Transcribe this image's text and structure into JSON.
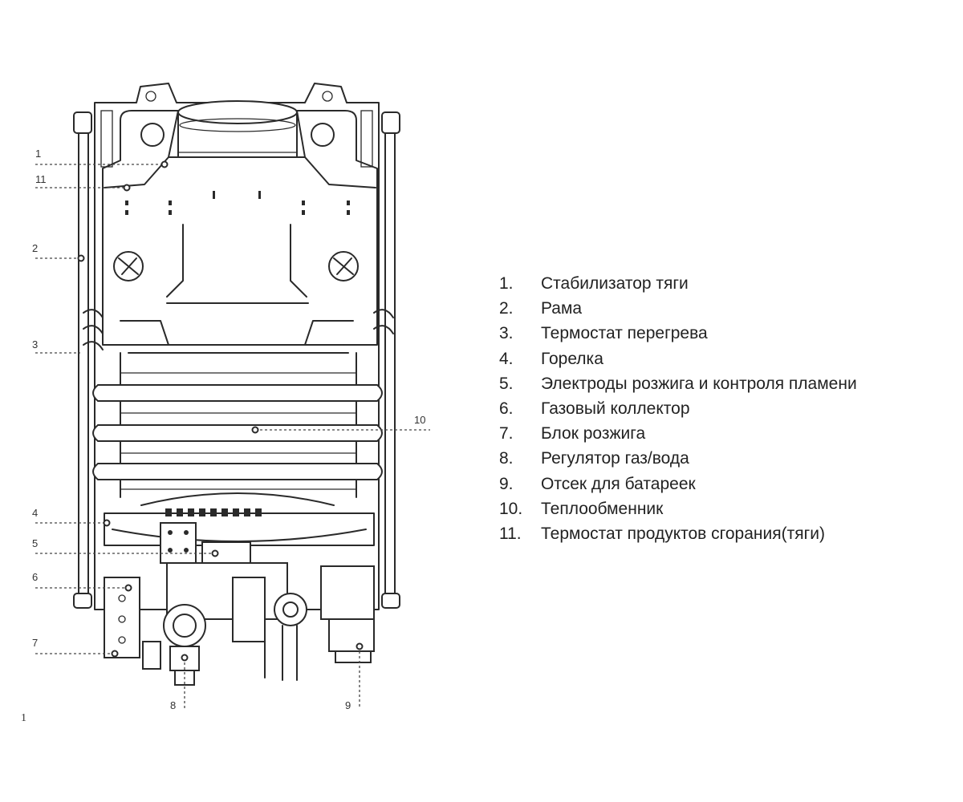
{
  "callouts": [
    "1",
    "11",
    "2",
    "3",
    "10",
    "4",
    "5",
    "6",
    "7",
    "8",
    "9"
  ],
  "legend": [
    {
      "num": "1.",
      "text": "Стабилизатор тяги"
    },
    {
      "num": "2.",
      "text": "Рама"
    },
    {
      "num": "3.",
      "text": "Термостат перегрева"
    },
    {
      "num": "4.",
      "text": "Горелка"
    },
    {
      "num": "5.",
      "text": "Электроды розжига и контроля пламени"
    },
    {
      "num": "6.",
      "text": "Газовый коллектор"
    },
    {
      "num": "7.",
      "text": "Блок розжига"
    },
    {
      "num": "8.",
      "text": "Регулятор  газ/вода"
    },
    {
      "num": "9.",
      "text": "Отсек для батареек"
    },
    {
      "num": "10.",
      "text": "Теплообменник"
    },
    {
      "num": "11.",
      "text": "Термостат продуктов сгорания(тяги)"
    }
  ],
  "page_mark": "1"
}
